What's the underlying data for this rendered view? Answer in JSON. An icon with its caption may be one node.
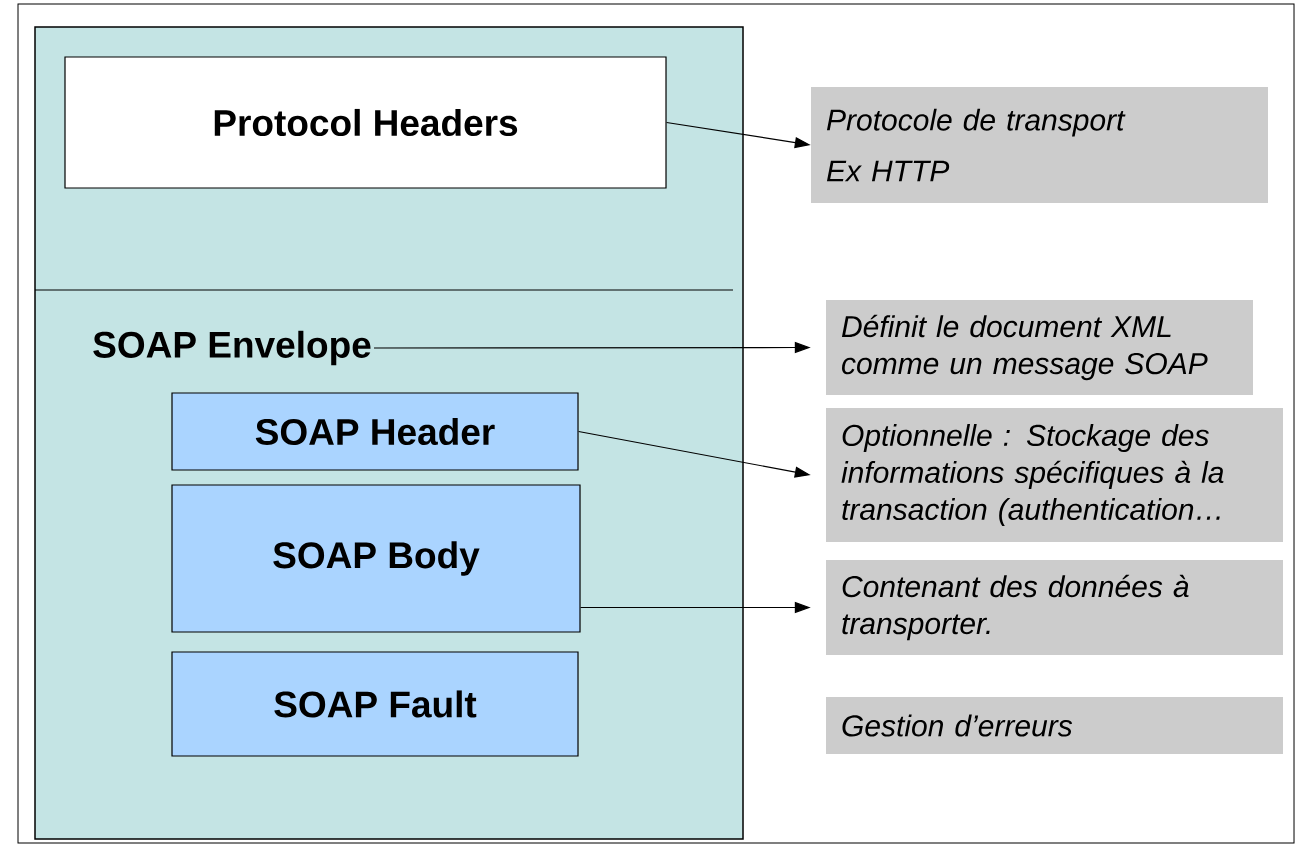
{
  "diagram": {
    "nodes": [
      {
        "text": [],
        "shape": "box"
      },
      {
        "text": [
          "Protocol Headers"
        ],
        "in": 0
      },
      {
        "text": [
          "SOAP Envelope"
        ],
        "in": 0
      },
      {
        "text": [
          "SOAP Header"
        ],
        "in": 0
      },
      {
        "text": [
          "SOAP Body"
        ],
        "in": 0
      },
      {
        "text": [
          "SOAP Fault"
        ],
        "in": 0
      },
      {
        "text": [
          "Protocole de transport",
          "Ex HTTP"
        ]
      },
      {
        "text": [
          "Définit le document XML comme un message SOAP"
        ]
      },
      {
        "text": [
          "Optionnelle : Stockage des informations spécifiques à la transaction (authentication…"
        ]
      },
      {
        "text": [
          "Contenant des données à transporter."
        ]
      },
      {
        "text": [
          "Gestion d’erreurs"
        ]
      }
    ],
    "edges": [
      {
        "from": 1,
        "to": 6,
        "arrow": "to"
      },
      {
        "from": 2,
        "to": 7,
        "arrow": "to"
      },
      {
        "from": 3,
        "to": 8,
        "arrow": "to"
      },
      {
        "from": 4,
        "to": 9,
        "arrow": "to"
      }
    ]
  }
}
